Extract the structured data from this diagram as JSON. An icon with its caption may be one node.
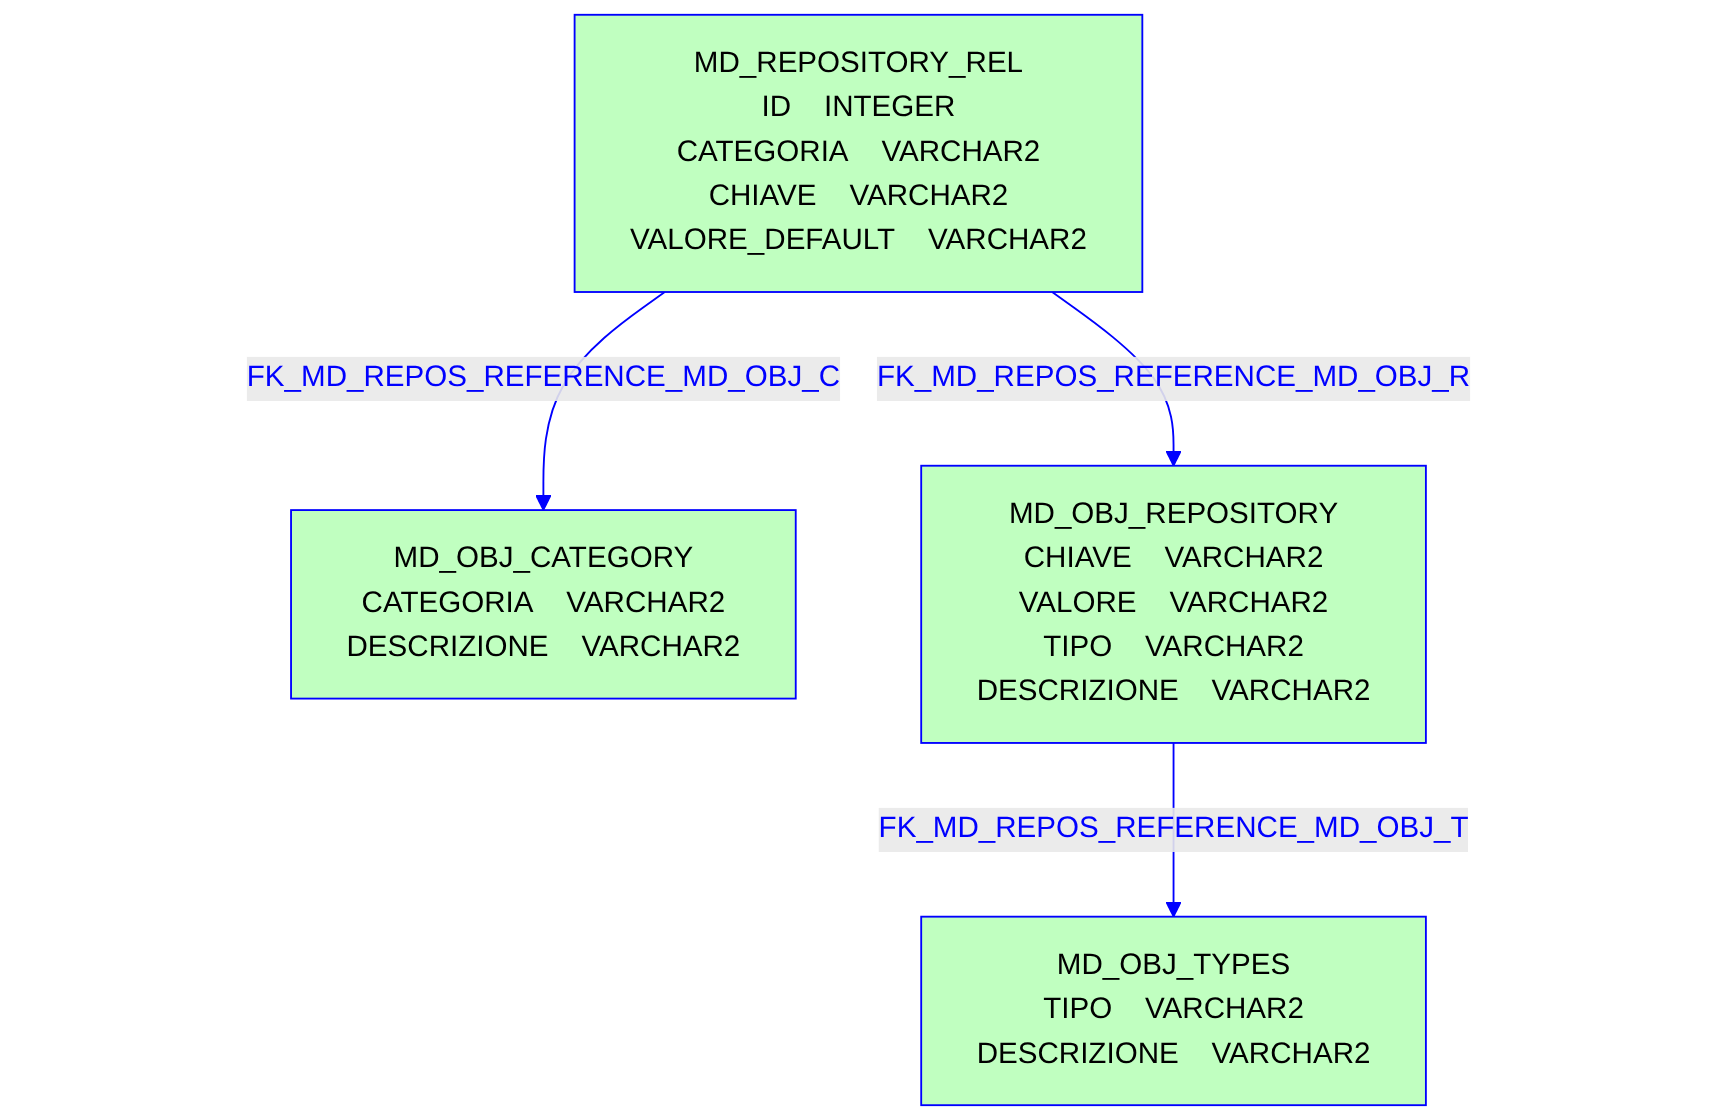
{
  "diagram": {
    "nodes": [
      {
        "text": [
          "MD_OBJ_CATEGORY",
          "CATEGORIA",
          "VARCHAR2",
          "DESCRIZIONE",
          "VARCHAR2"
        ]
      },
      {
        "text": [
          "MD_OBJ_TYPES",
          "TIPO",
          "VARCHAR2",
          "DESCRIZIONE",
          "VARCHAR2"
        ]
      },
      {
        "text": [
          "MD_REPOSITORY_REL",
          "ID",
          "INTEGER",
          "CATEGORIA",
          "VARCHAR2",
          "CHIAVE",
          "VARCHAR2",
          "VALORE_DEFAULT",
          "VARCHAR2"
        ]
      },
      {
        "text": [
          "MD_OBJ_REPOSITORY",
          "CHIAVE",
          "VARCHAR2",
          "VALORE",
          "VARCHAR2",
          "TIPO",
          "VARCHAR2",
          "DESCRIZIONE",
          "VARCHAR2"
        ]
      }
    ],
    "edges": [
      {
        "from": 2,
        "to": 0,
        "arrow": "to",
        "label": "FK_MD_REPOS_REFERENCE_MD_OBJ_C"
      },
      {
        "from": 3,
        "to": 1,
        "arrow": "to",
        "label": "FK_MD_REPOS_REFERENCE_MD_OBJ_T"
      },
      {
        "from": 2,
        "to": 3,
        "arrow": "to",
        "label": "FK_MD_REPOS_REFERENCE_MD_OBJ_R"
      }
    ]
  }
}
